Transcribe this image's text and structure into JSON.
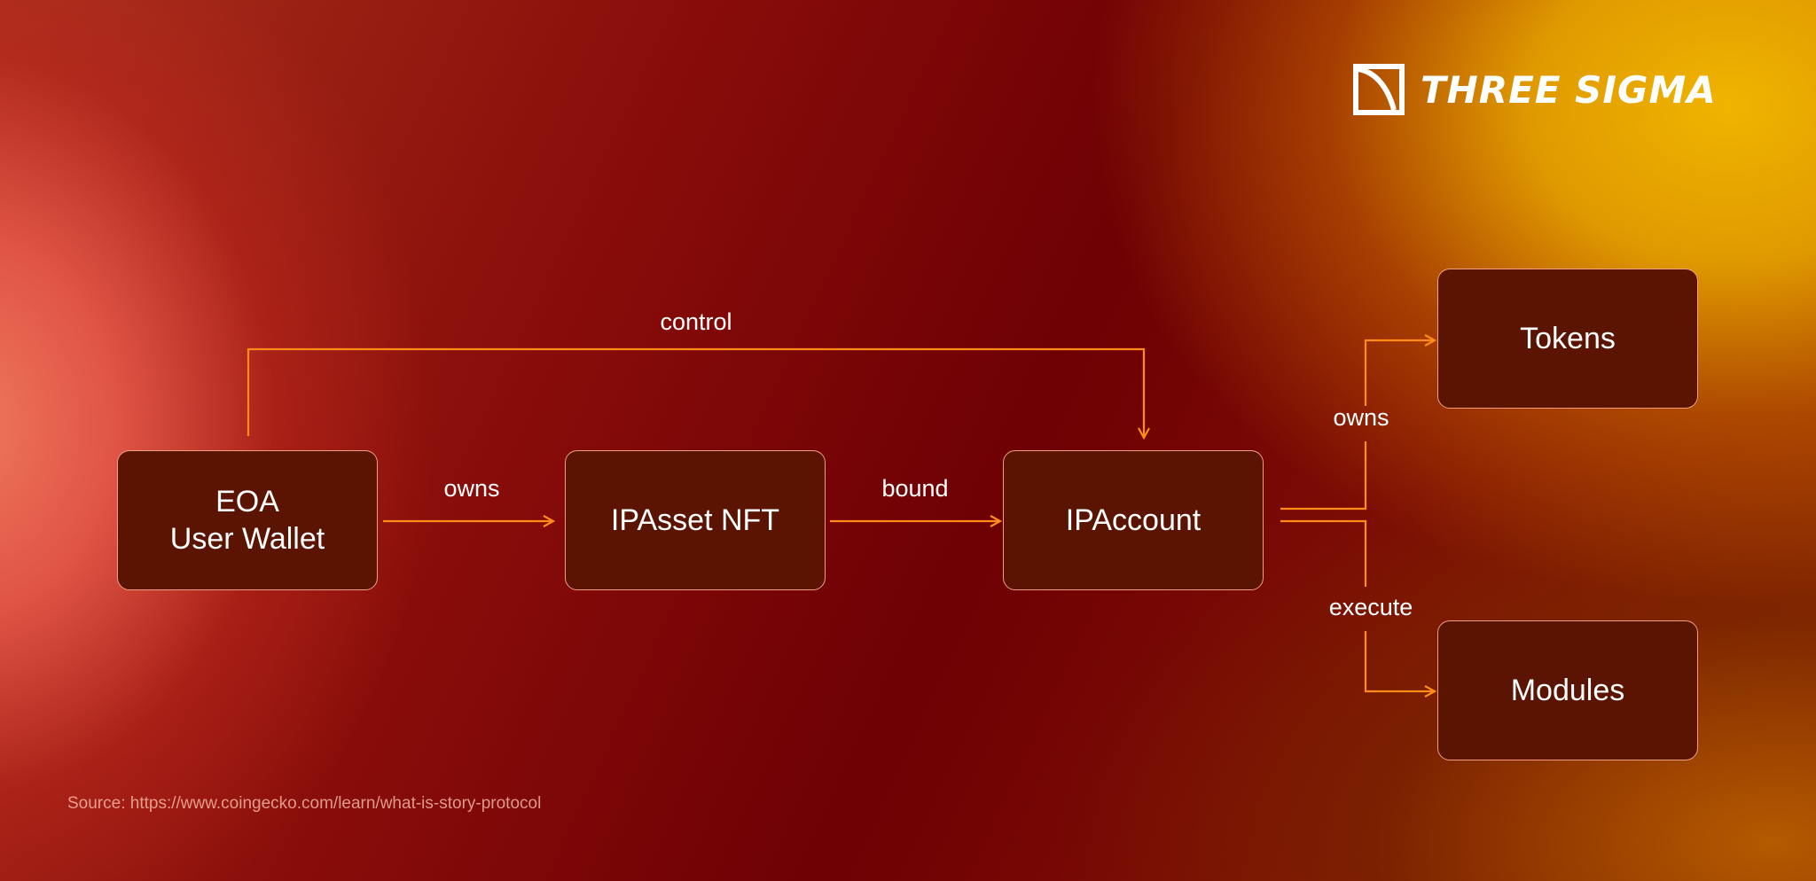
{
  "brand": {
    "name": "THREE SIGMA"
  },
  "nodes": {
    "eoa": {
      "line1": "EOA",
      "line2": "User Wallet"
    },
    "ipasset": {
      "label": "IPAsset NFT"
    },
    "ipaccount": {
      "label": "IPAccount"
    },
    "tokens": {
      "label": "Tokens"
    },
    "modules": {
      "label": "Modules"
    }
  },
  "edges": {
    "control": "control",
    "owns_nft": "owns",
    "bound": "bound",
    "owns_tokens": "owns",
    "execute": "execute"
  },
  "source": "Source: https://www.coingecko.com/learn/what-is-story-protocol",
  "colors": {
    "node_fill": "#5c1402",
    "node_border": "#f0a080",
    "arrow": "#ff8c1a"
  }
}
